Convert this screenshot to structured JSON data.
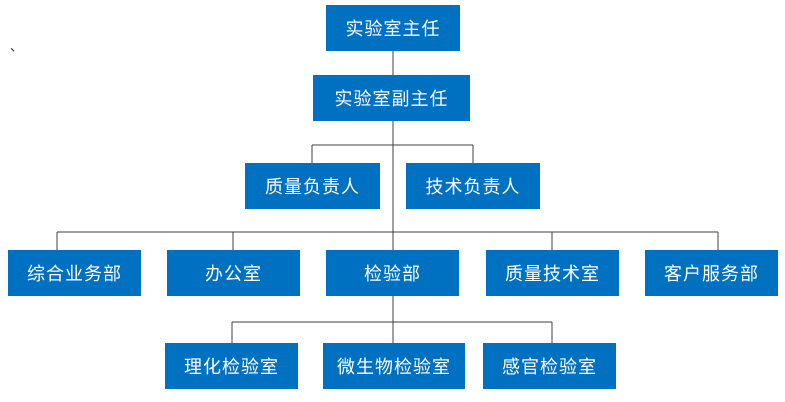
{
  "colors": {
    "box_fill": "#0070C0",
    "box_text": "#FFFFFF",
    "connector": "#404040"
  },
  "stray_mark": "、",
  "org": {
    "director": "实验室主任",
    "deputy_director": "实验室副主任",
    "managers": [
      "质量负责人",
      "技术负责人"
    ],
    "departments": [
      "综合业务部",
      "办公室",
      "检验部",
      "质量技术室",
      "客户服务部"
    ],
    "labs": [
      "理化检验室",
      "微生物检验室",
      "感官检验室"
    ]
  }
}
